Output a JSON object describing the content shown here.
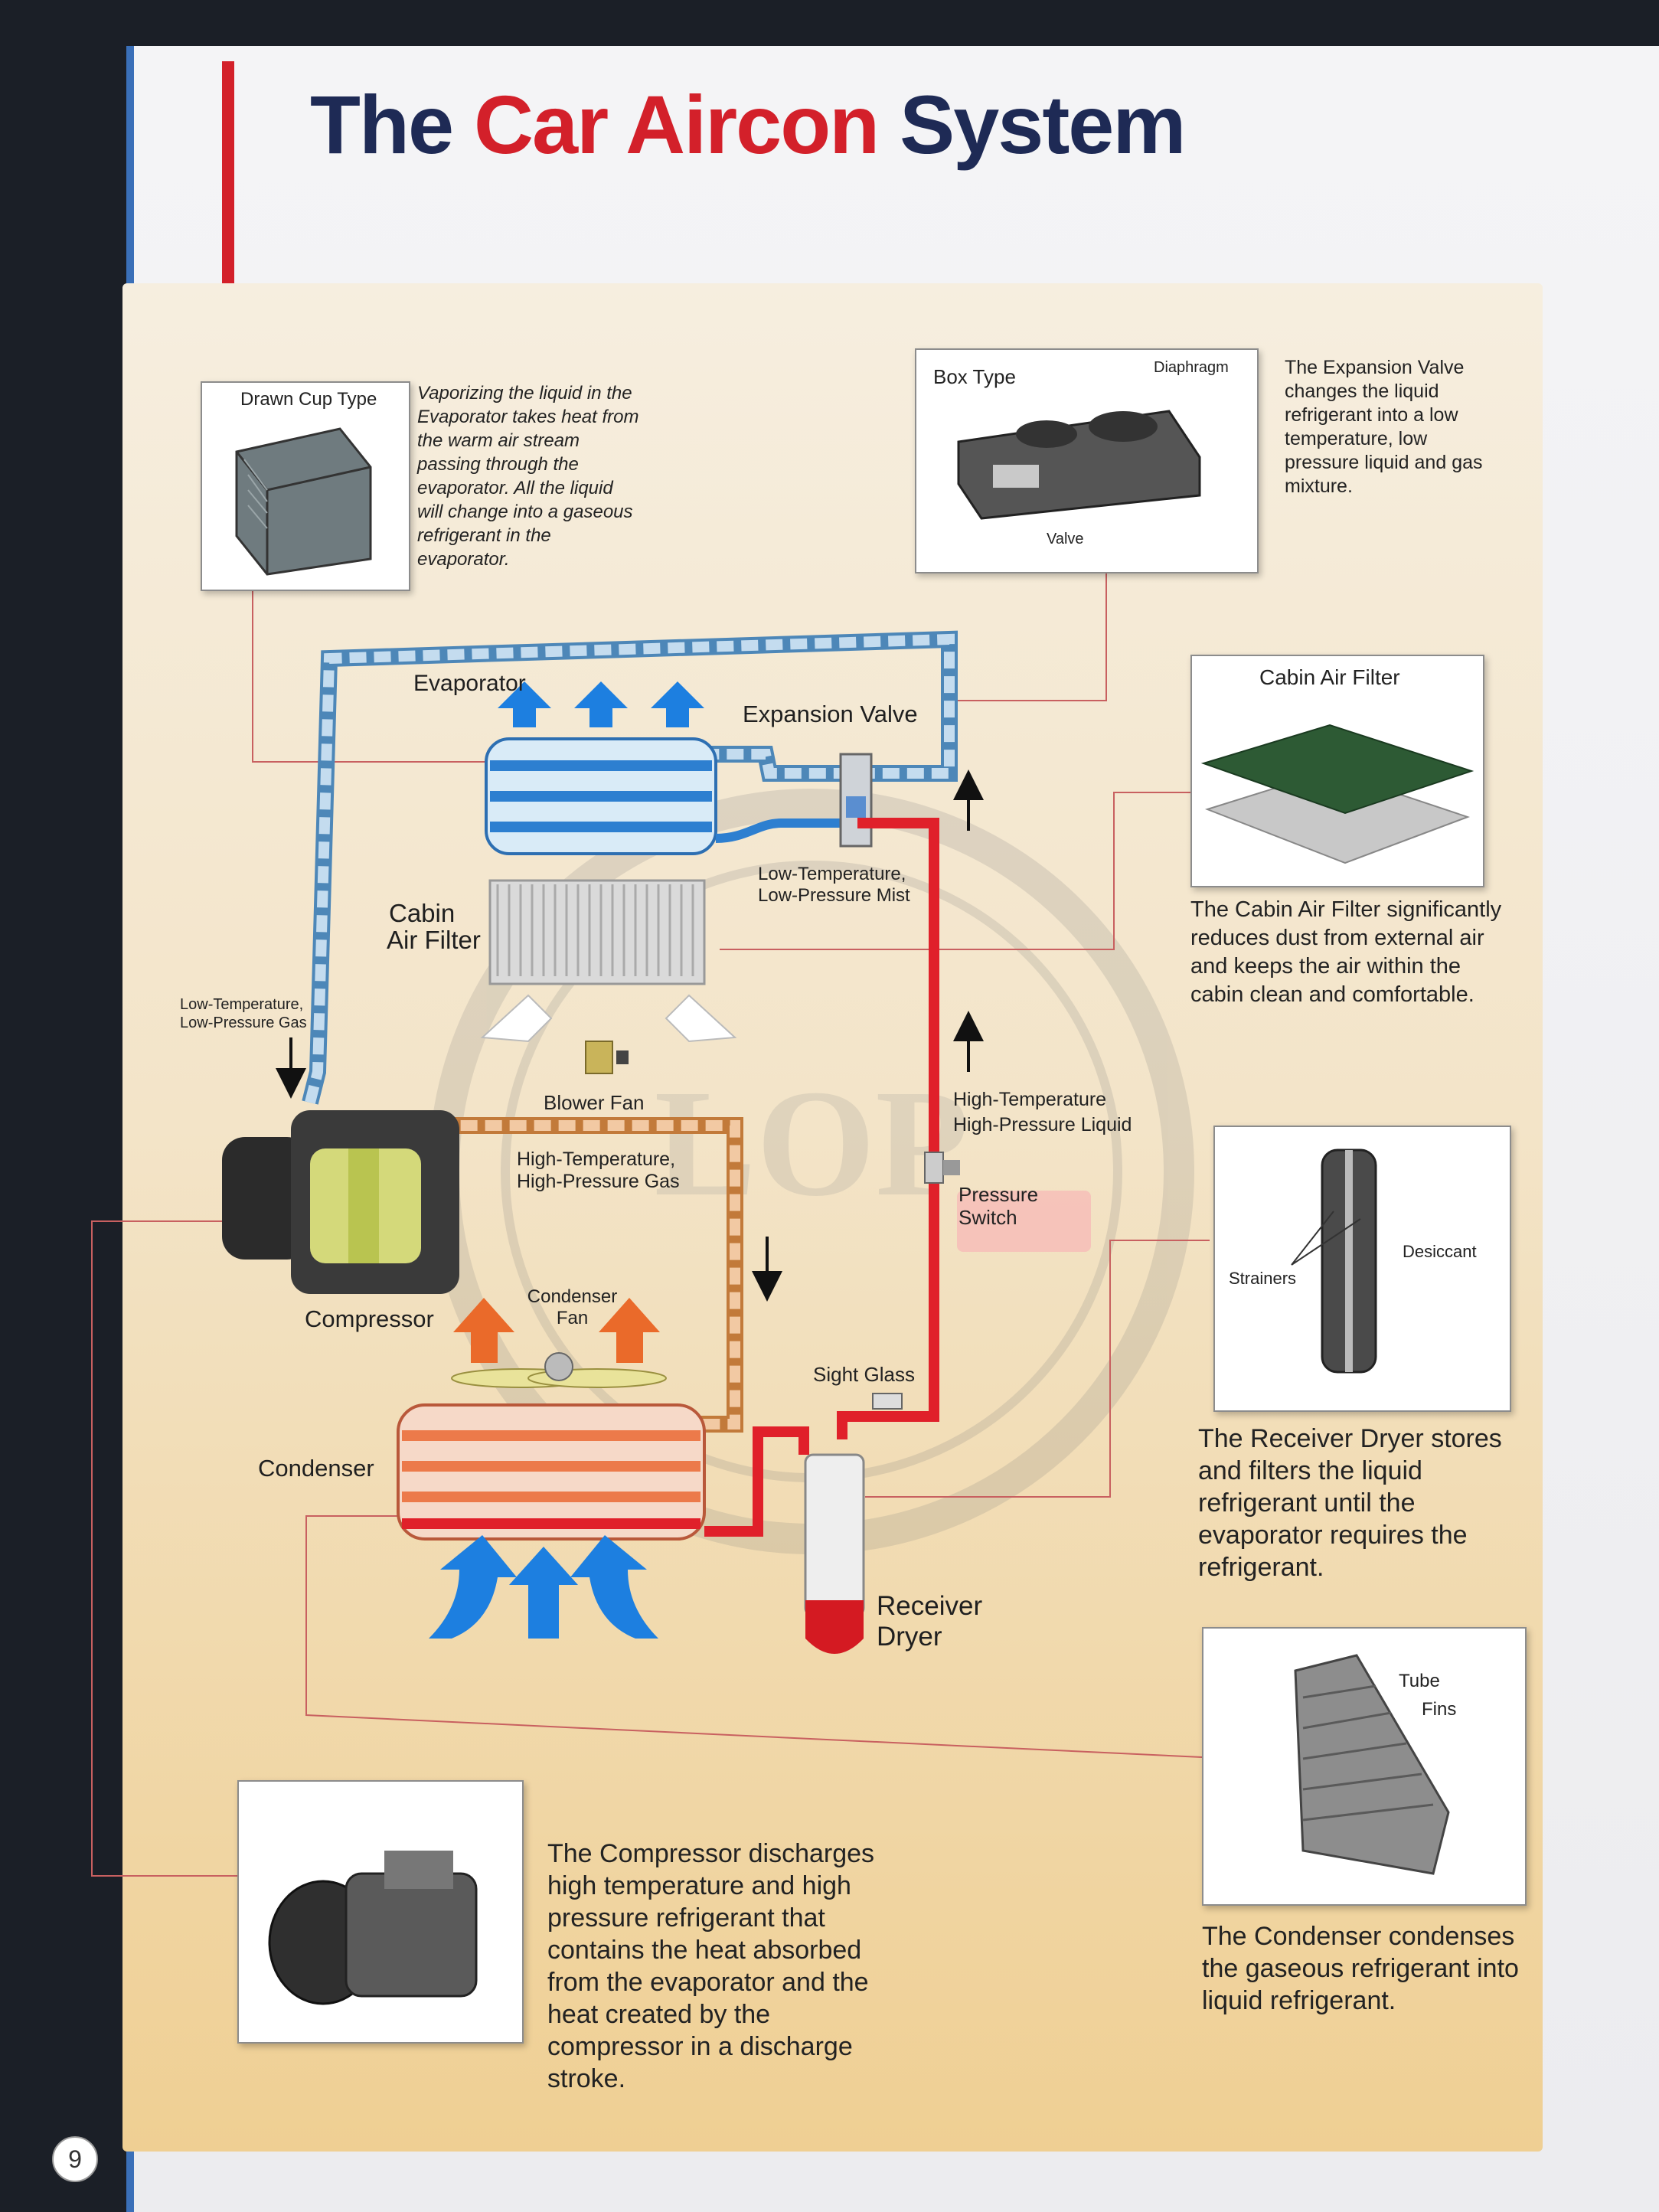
{
  "header": {
    "title_part1": "The",
    "title_part2": "Car Aircon",
    "title_part3": "System",
    "accent_color": "#d3202a",
    "title_color": "#1e2a55"
  },
  "page_number": "9",
  "top_left": {
    "box_title": "Drawn Cup Type",
    "description": "Vaporizing the liquid in the Evaporator takes heat from the warm air stream passing through the evaporator. All the liquid will change into a gaseous refrigerant in the evaporator."
  },
  "top_right": {
    "box_title": "Box Type",
    "diaphragm_label": "Diaphragm",
    "valve_label": "Valve",
    "description": "The Expansion Valve changes the liquid refrigerant into a low temperature, low pressure liquid and gas mixture."
  },
  "cabin_filter_box": {
    "box_title": "Cabin Air Filter",
    "description": "The Cabin Air Filter significantly reduces dust from external air and keeps the air within the cabin clean and comfortable."
  },
  "receiver_box": {
    "strainers_label": "Strainers",
    "desiccant_label": "Desiccant",
    "description": "The Receiver Dryer stores and filters the liquid refrigerant until the evaporator requires the refrigerant."
  },
  "condenser_box": {
    "tube_label": "Tube",
    "fins_label": "Fins",
    "description": "The Condenser condenses the gaseous refrigerant into liquid refrigerant."
  },
  "compressor_box": {
    "description": "The Compressor discharges high temperature and high pressure refrigerant that contains the heat absorbed from the evaporator and the heat created by the compressor in a discharge stroke."
  },
  "diagram": {
    "evaporator": "Evaporator",
    "expansion_valve": "Expansion Valve",
    "low_temp_mist": "Low-Temperature, Low-Pressure Mist",
    "cabin_air_filter_line1": "Cabin",
    "cabin_air_filter_line2": "Air Filter",
    "low_temp_gas": "Low-Temperature, Low-Pressure Gas",
    "blower_fan": "Blower Fan",
    "high_temp_liquid": "High-Temperature High-Pressure Liquid",
    "high_temp_gas": "High-Temperature, High-Pressure Gas",
    "pressure_switch": "Pressure Switch",
    "compressor": "Compressor",
    "condenser_fan": "Condenser Fan",
    "sight_glass": "Sight Glass",
    "condenser": "Condenser",
    "receiver_line1": "Receiver",
    "receiver_line2": "Dryer"
  },
  "colors": {
    "low_line": "#7fb0d8",
    "hot_liquid_line": "#e0202a",
    "hot_gas_line": "#e59a5c",
    "airflow_blue": "#1d7fe0",
    "airflow_orange": "#ea6a2a"
  }
}
